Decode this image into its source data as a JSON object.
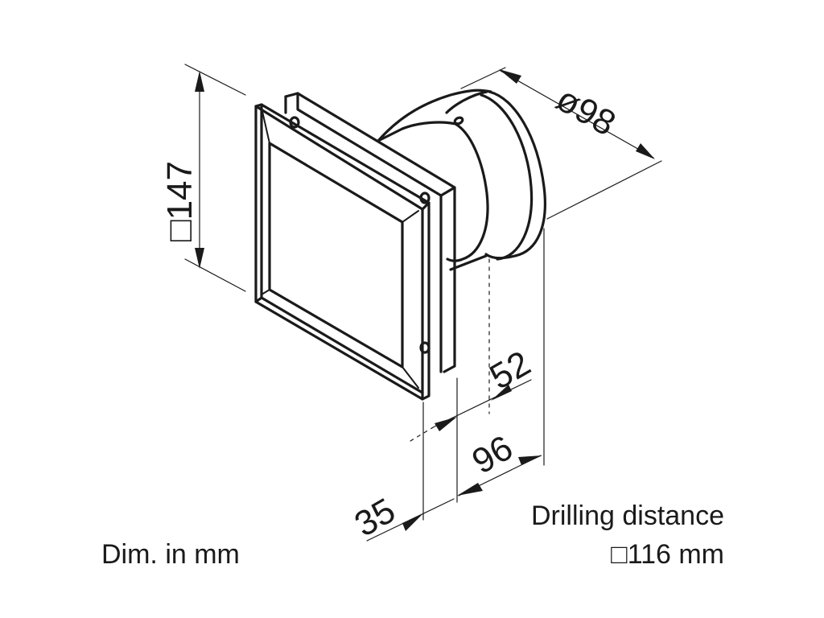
{
  "dimensions": {
    "square_size": "□147",
    "diameter": "ø98",
    "depth_52": "52",
    "depth_96": "96",
    "depth_35": "35"
  },
  "notes": {
    "drilling_title": "Drilling distance",
    "drilling_value": "□116 mm",
    "units": "Dim. in mm"
  }
}
